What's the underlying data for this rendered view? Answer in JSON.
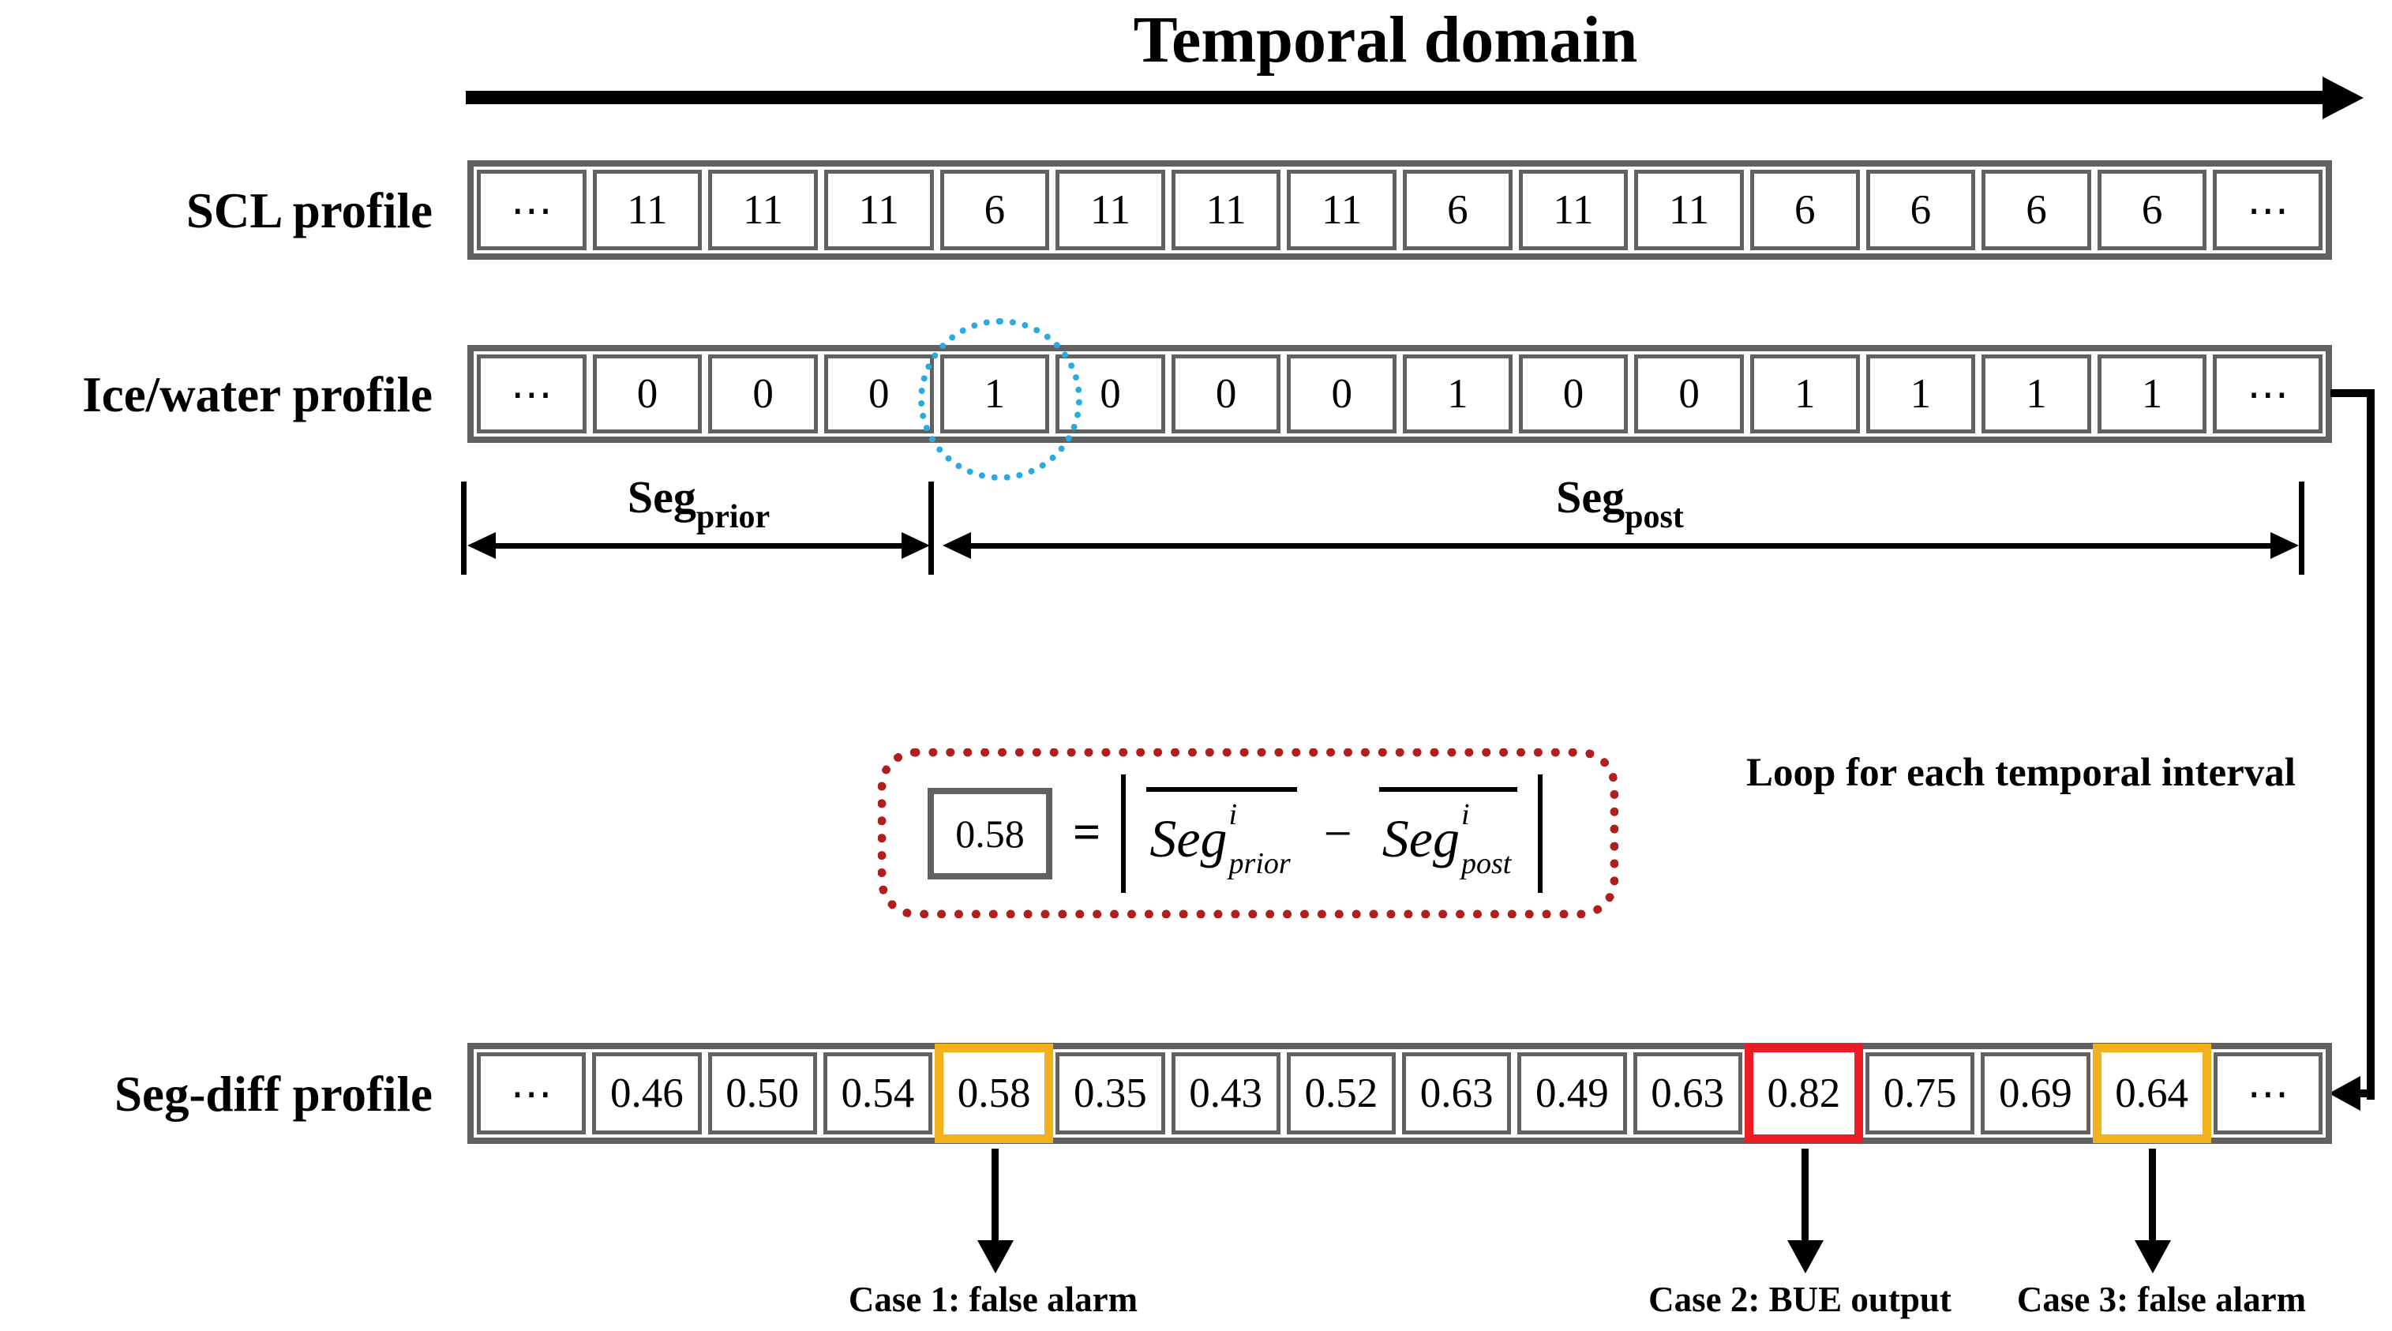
{
  "title": "Temporal domain",
  "rows": {
    "scl": {
      "label": "SCL profile",
      "cells": [
        "⋯",
        "11",
        "11",
        "11",
        "6",
        "11",
        "11",
        "11",
        "6",
        "11",
        "11",
        "6",
        "6",
        "6",
        "6",
        "⋯"
      ]
    },
    "ice": {
      "label": "Ice/water profile",
      "cells": [
        "⋯",
        "0",
        "0",
        "0",
        "1",
        "0",
        "0",
        "0",
        "1",
        "0",
        "0",
        "1",
        "1",
        "1",
        "1",
        "⋯"
      ],
      "circled_index": 4
    },
    "segdiff": {
      "label": "Seg-diff profile",
      "cells": [
        "⋯",
        "0.46",
        "0.50",
        "0.54",
        "0.58",
        "0.35",
        "0.43",
        "0.52",
        "0.63",
        "0.49",
        "0.63",
        "0.82",
        "0.75",
        "0.69",
        "0.64",
        "⋯"
      ],
      "highlights": [
        {
          "index": 4,
          "color": "case_yellow"
        },
        {
          "index": 11,
          "color": "case_red"
        },
        {
          "index": 14,
          "color": "case_yellow"
        }
      ]
    }
  },
  "segments": {
    "prior": {
      "base": "Seg",
      "sub": "prior"
    },
    "post": {
      "base": "Seg",
      "sub": "post"
    }
  },
  "formula": {
    "result": "0.58",
    "equals": "=",
    "term1": {
      "base": "Seg",
      "sup": "i",
      "sub": "prior"
    },
    "operator": "−",
    "term2": {
      "base": "Seg",
      "sup": "i",
      "sub": "post"
    }
  },
  "loop_note": "Loop for each temporal interval",
  "cases": [
    {
      "label": "Case 1: false alarm"
    },
    {
      "label": "Case 2: BUE output"
    },
    {
      "label": "Case 3: false alarm"
    }
  ],
  "colors": {
    "grey_border": "#616161",
    "case_yellow": "#F2B01C",
    "case_red": "#EC1C24",
    "circle_blue": "#29ABE2",
    "formula_red": "#B01E1E",
    "arrow_black": "#000000"
  }
}
